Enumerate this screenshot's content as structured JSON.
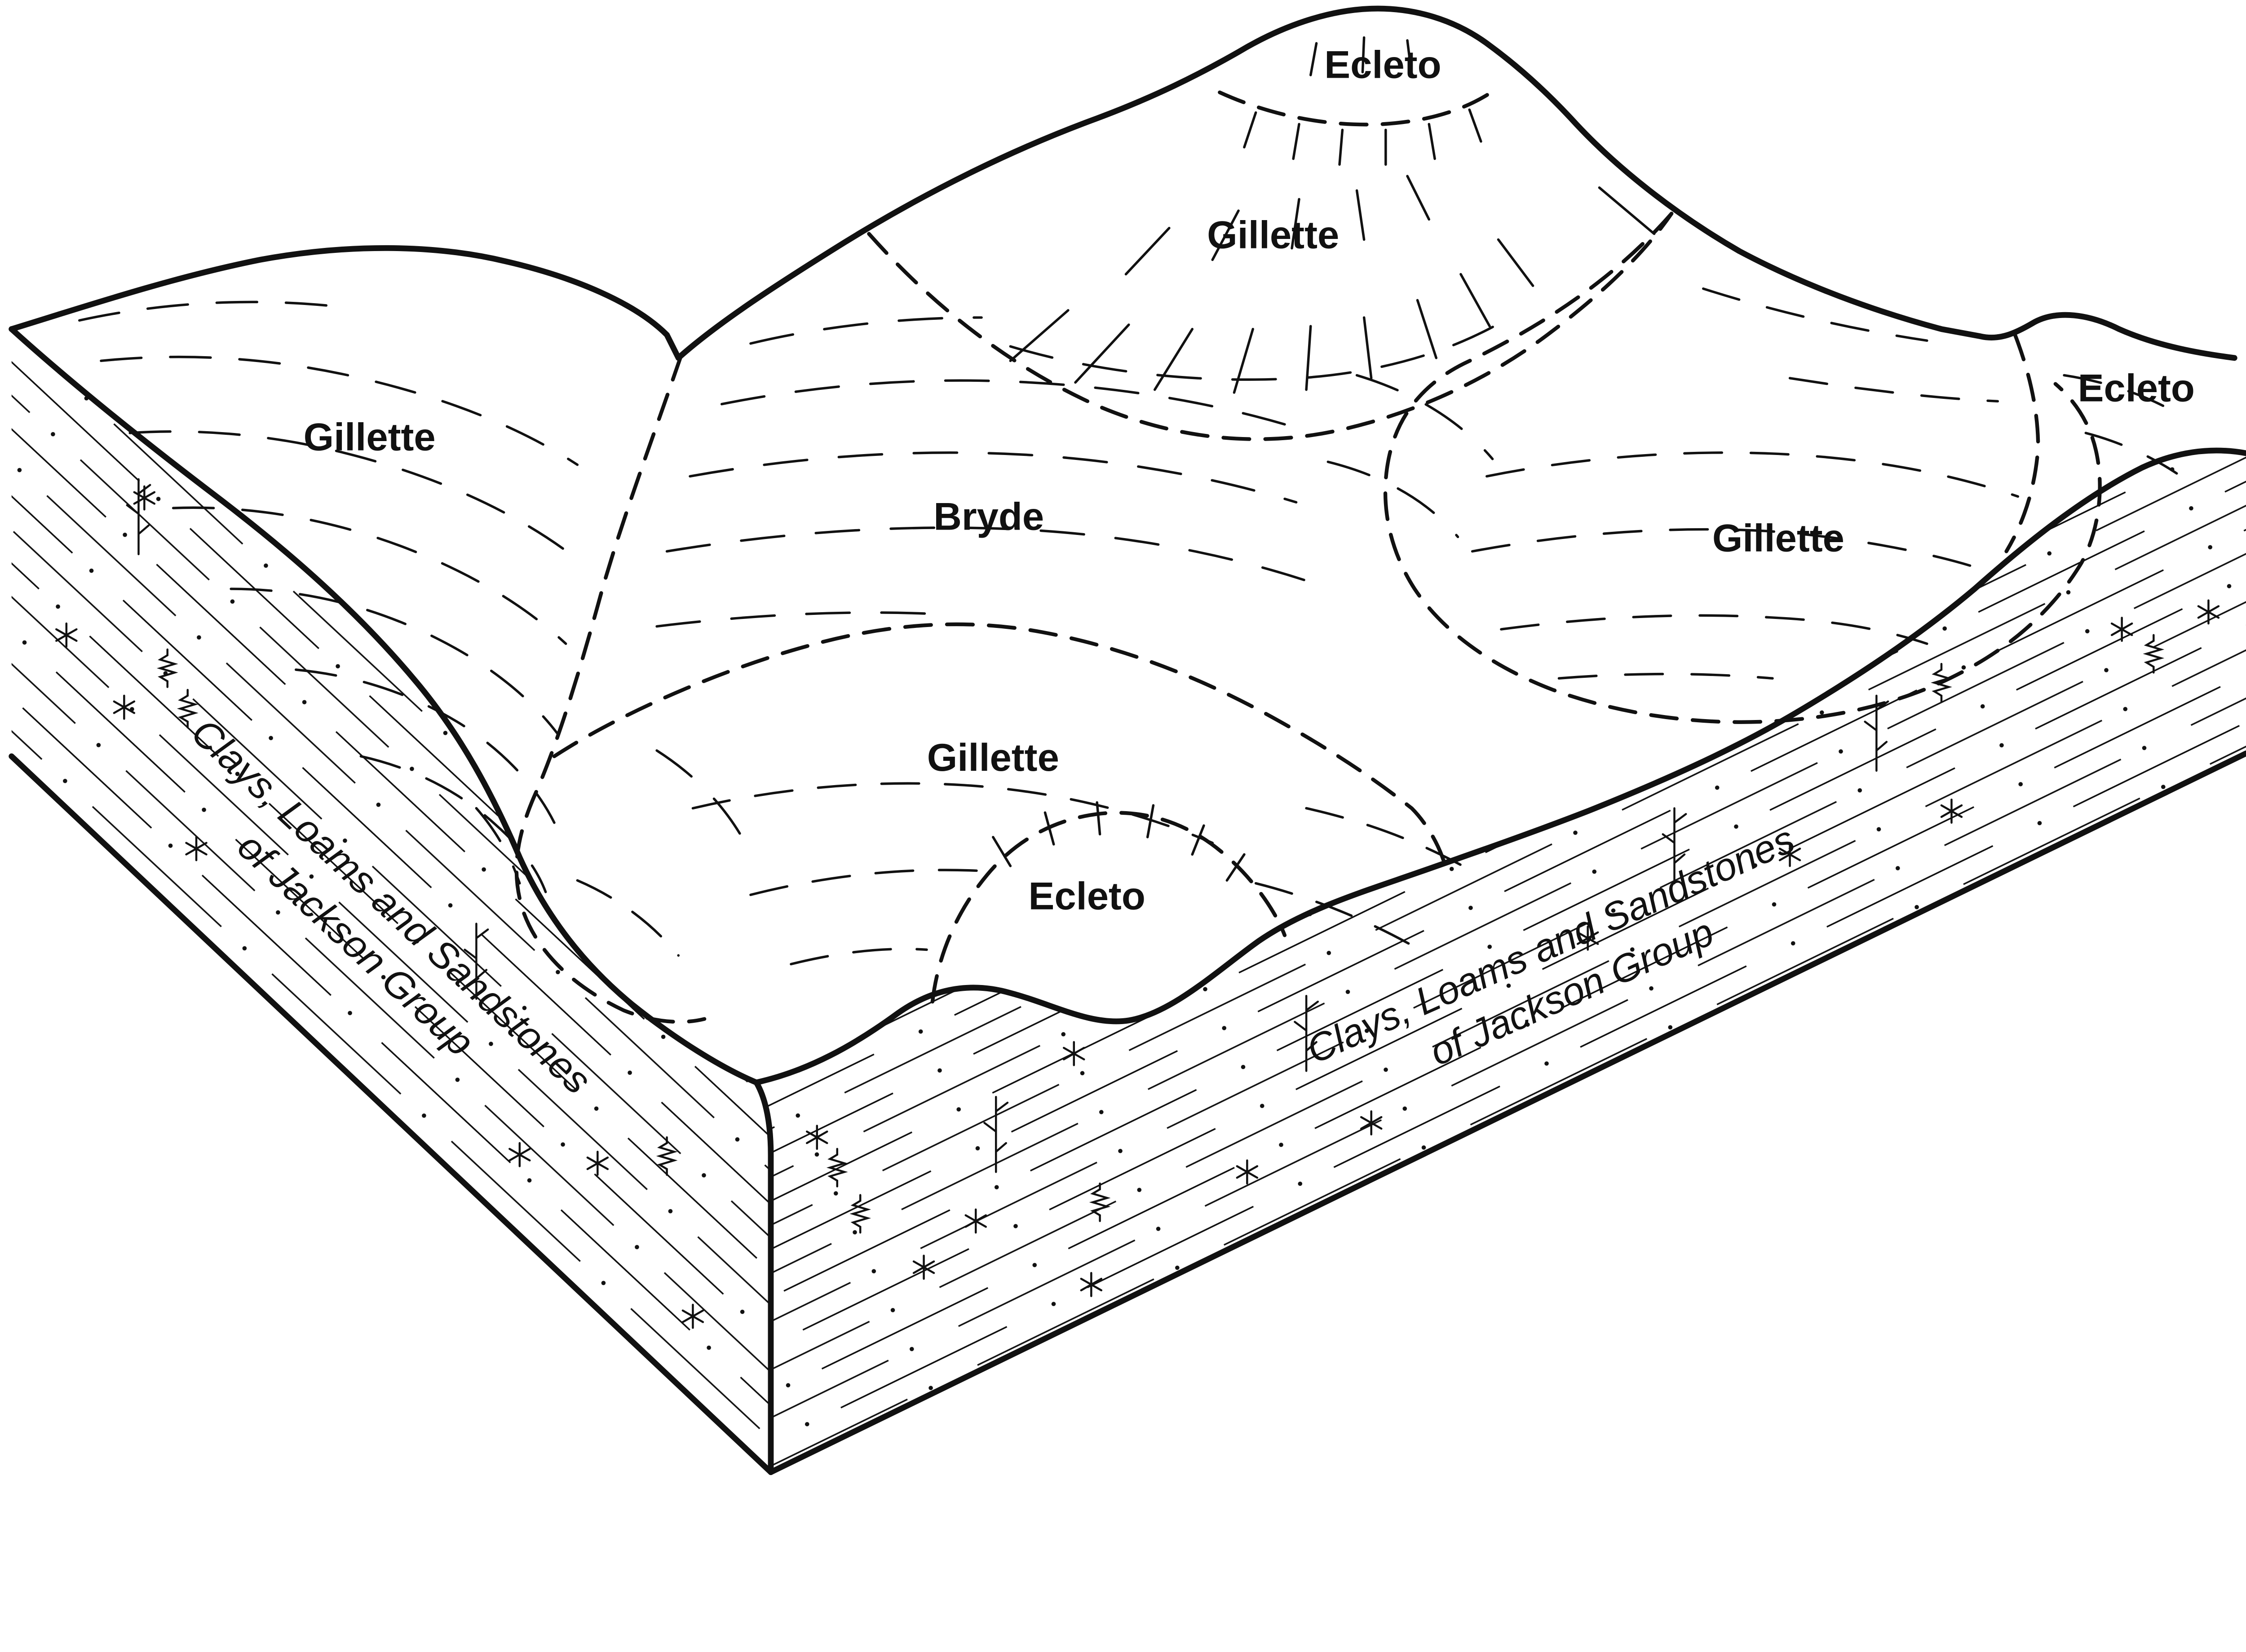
{
  "diagram": {
    "type": "geologic-soil-block-diagram",
    "surface_labels": {
      "ecleto_summit": "Ecleto",
      "gillette_hill": "Gillette",
      "gillette_west": "Gillette",
      "bryde": "Bryde",
      "gillette_east": "Gillette",
      "gillette_south": "Gillette",
      "ecleto_south": "Ecleto",
      "ecleto_east": "Ecleto"
    },
    "face_labels": {
      "left": {
        "line1": "Clays, Loams and Sandstones",
        "line2": "of Jackson Group"
      },
      "right": {
        "line1": "Clays, Loams and Sandstones",
        "line2": "of Jackson Group"
      }
    },
    "colors": {
      "ink": "#111111",
      "paper": "#ffffff"
    }
  }
}
